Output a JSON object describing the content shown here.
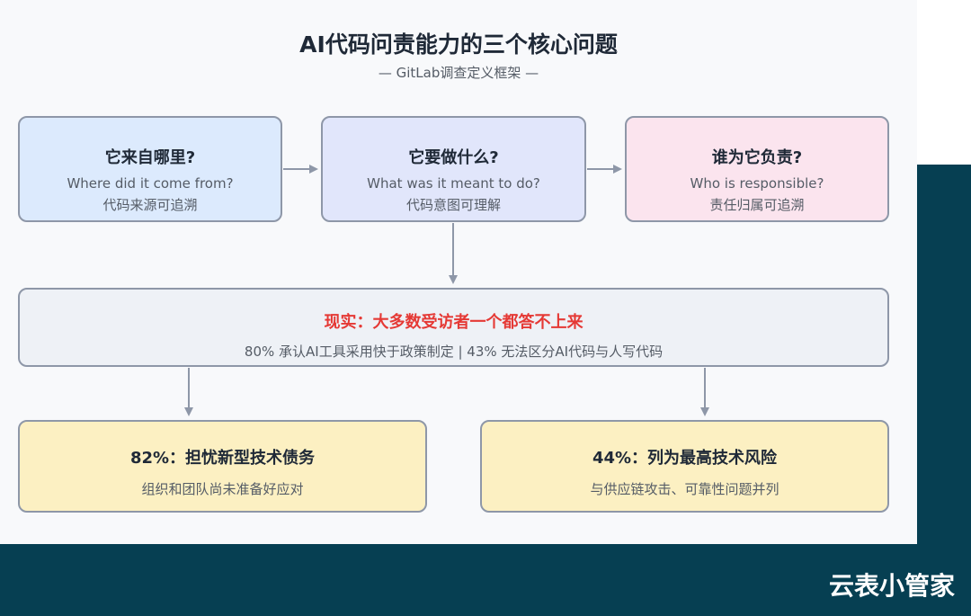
{
  "title": "AI代码问责能力的三个核心问题",
  "subtitle": "— GitLab调查定义框架 —",
  "questions": [
    {
      "title": "它来自哪里?",
      "en": "Where did it come from?",
      "zh": "代码来源可追溯"
    },
    {
      "title": "它要做什么?",
      "en": "What was it meant to do?",
      "zh": "代码意图可理解"
    },
    {
      "title": "谁为它负责?",
      "en": "Who is responsible?",
      "zh": "责任归属可追溯"
    }
  ],
  "reality": {
    "title": "现实：大多数受访者一个都答不上来",
    "detail": "80% 承认AI工具采用快于政策制定 | 43% 无法区分AI代码与人写代码"
  },
  "stats": [
    {
      "title": "82%：担忧新型技术债务",
      "detail": "组织和团队尚未准备好应对"
    },
    {
      "title": "44%：列为最高技术风险",
      "detail": "与供应链攻击、可靠性问题并列"
    }
  ],
  "watermark": "云表小管家",
  "colors": {
    "q1_fill": "#dceafd",
    "q2_fill": "#e1e6fb",
    "q3_fill": "#fbe4ee",
    "reality_fill": "#eef1f6",
    "reality_title": "#e53935",
    "stat_fill": "#fcf0c2",
    "border": "#8e97a8",
    "dark_background": "#063f52"
  }
}
